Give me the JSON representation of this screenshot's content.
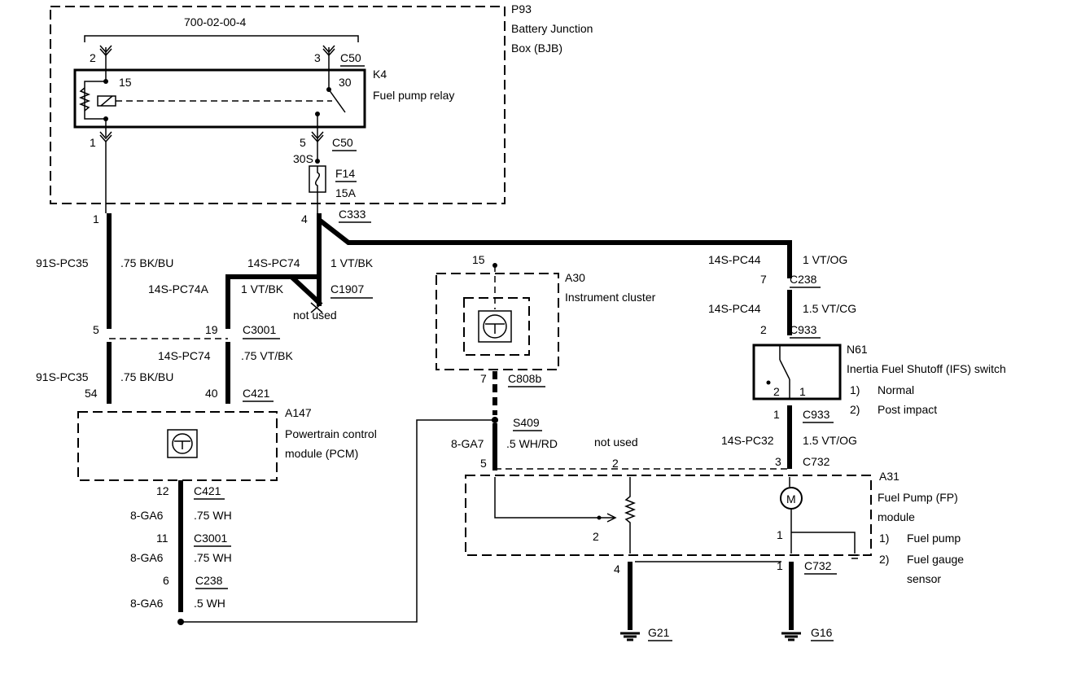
{
  "bjb": {
    "ref": "P93",
    "line1": "Battery Junction",
    "line2": "Box (BJB)",
    "code": "700-02-00-4"
  },
  "relay": {
    "ref": "K4",
    "name": "Fuel pump relay",
    "pin2": "2",
    "pin3": "3",
    "pin15": "15",
    "pin30": "30",
    "pin1": "1",
    "pin5": "5",
    "conn_top": "C50",
    "conn_bottom": "C50"
  },
  "fuse": {
    "pin": "30S",
    "ref": "F14",
    "rating": "15A"
  },
  "c333": {
    "pin1": "1",
    "pin4": "4",
    "conn": "C333"
  },
  "wires": {
    "w91s_pc35_a": "91S-PC35",
    "w075bkbu_a": ".75 BK/BU",
    "w14s_pc74_a": "14S-PC74",
    "w1vtbk_a": "1 VT/BK",
    "w14s_pc74a": "14S-PC74A",
    "w1vtbk_b": "1 VT/BK",
    "c1907": "C1907",
    "not_used_1": "not used",
    "w14s_pc44_a": "14S-PC44",
    "w1vtog": "1 VT/OG",
    "w14s_pc44_b": "14S-PC44",
    "w15vtcg": "1.5 VT/CG",
    "w14s_pc74_b": "14S-PC74",
    "w075vtbk": ".75 VT/BK",
    "w91s_pc35_b": "91S-PC35",
    "w075bkbu_b": ".75 BK/BU",
    "w14s_pc32": "14S-PC32",
    "w15vtog": "1.5 VT/OG",
    "w8ga7": "8-GA7",
    "w5whrd": ".5 WH/RD",
    "not_used_2": "not used",
    "w8ga6_a": "8-GA6",
    "w075wh_a": ".75 WH",
    "w8ga6_b": "8-GA6",
    "w075wh_b": ".75 WH",
    "w8ga6_c": "8-GA6",
    "w5wh": ".5 WH"
  },
  "connectors": {
    "c3001_top_pin5": "5",
    "c3001_top_pin19": "19",
    "c3001_top": "C3001",
    "c421_top_pin54": "54",
    "c421_top_pin40": "40",
    "c421_top": "C421",
    "c238_top_pin7": "7",
    "c238_top": "C238",
    "c933_top_pin2": "2",
    "c933_top": "C933",
    "c933_bot_pin1": "1",
    "c933_bot": "C933",
    "c732_top_pin3": "3",
    "c732_top": "C732",
    "c732_bot_pin1": "1",
    "c732_bot": "C732",
    "c808b_pin7": "7",
    "c808b": "C808b",
    "s409": "S409",
    "c421_bot_pin12": "12",
    "c421_bot": "C421",
    "c3001_bot_pin11": "11",
    "c3001_bot": "C3001",
    "c238_bot_pin6": "6",
    "c238_bot": "C238"
  },
  "cluster": {
    "ref": "A30",
    "name": "Instrument cluster",
    "pin15": "15"
  },
  "pcm": {
    "ref": "A147",
    "line1": "Powertrain control",
    "line2": "module (PCM)"
  },
  "ifs": {
    "ref": "N61",
    "name": "Inertia Fuel Shutoff (IFS) switch",
    "item1_num": "1)",
    "item1": "Normal",
    "item2_num": "2)",
    "item2": "Post impact",
    "pos2": "2",
    "pos1": "1"
  },
  "fp": {
    "ref": "A31",
    "line1": "Fuel Pump (FP)",
    "line2": "module",
    "item1_num": "1)",
    "item1": "Fuel pump",
    "item2_num": "2)",
    "item2": "Fuel gauge",
    "item2b": "sensor",
    "pin5": "5",
    "pin2_top": "2",
    "pin2_mid": "2",
    "pin4": "4",
    "pin1_mid": "1",
    "motor": "M"
  },
  "grounds": {
    "g21": "G21",
    "g16": "G16"
  }
}
